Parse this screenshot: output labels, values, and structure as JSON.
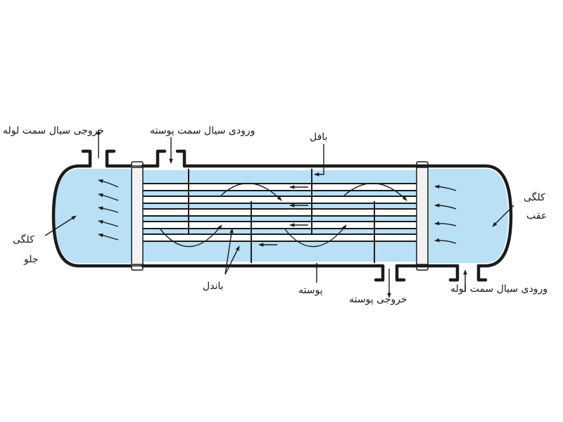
{
  "colors": {
    "fluid": "#b9e0f5",
    "outline": "#1c1c1c",
    "tube_sheet": "#f2f2f2",
    "background": "#ffffff"
  },
  "labels": {
    "tube_side_outlet": "خروجی سیال سمت لوله",
    "shell_side_inlet": "ورودی سیال سمت پوسته",
    "baffle": "بافل",
    "rear_head_line1": "کلگی",
    "rear_head_line2": "عقب",
    "front_head_line1": "کلگی",
    "front_head_line2": "جلو",
    "bundle": "باندل",
    "shell": "پوسته",
    "shell_outlet": "خروجی پوسته",
    "tube_side_inlet": "ورودی سیال سمت لوله"
  }
}
